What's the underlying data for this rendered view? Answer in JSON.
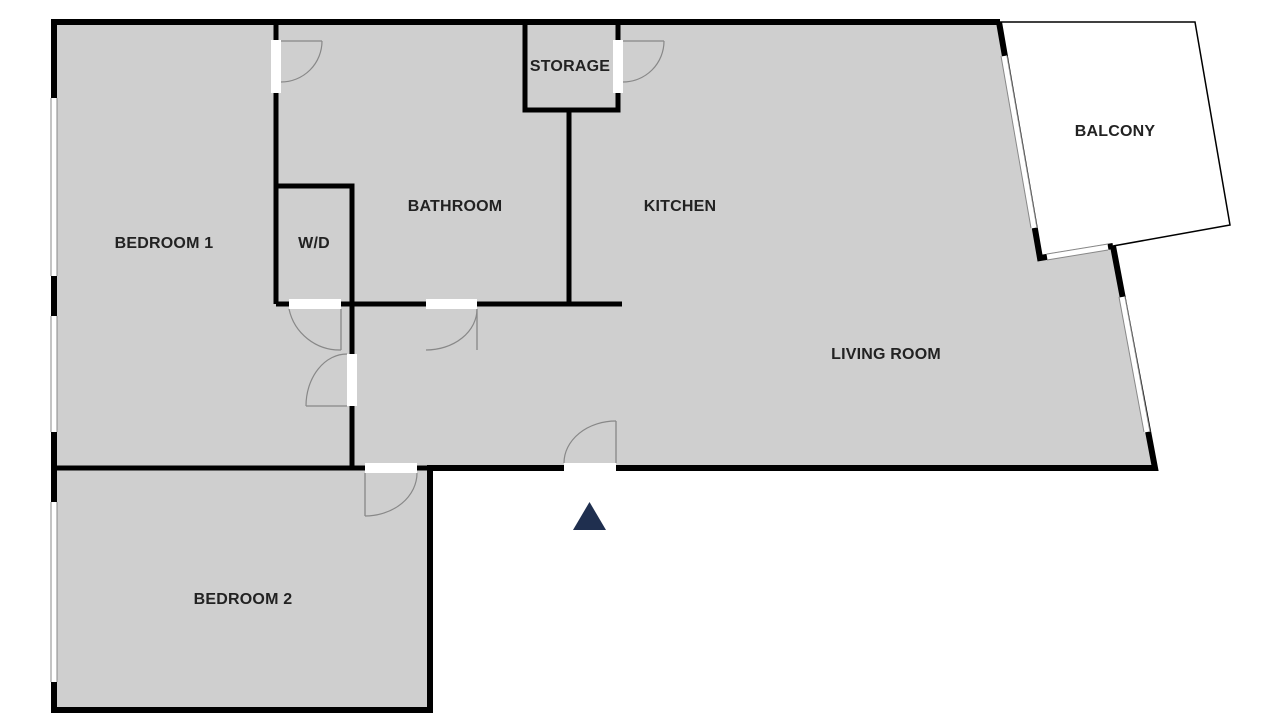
{
  "colors": {
    "room_fill": "#cfcfcf",
    "balcony_fill": "#ffffff",
    "wall": "#000000",
    "opening": "#ffffff",
    "label": "#222222",
    "entrance_marker": "#1f2f4f",
    "window_line": "#888888"
  },
  "rooms": {
    "bedroom_1": {
      "label": "BEDROOM 1"
    },
    "bedroom_2": {
      "label": "BEDROOM 2"
    },
    "bathroom": {
      "label": "BATHROOM"
    },
    "storage": {
      "label": "STORAGE"
    },
    "kitchen": {
      "label": "KITCHEN"
    },
    "living_room": {
      "label": "LIVING ROOM"
    },
    "balcony": {
      "label": "BALCONY"
    },
    "wd": {
      "label": "W/D"
    }
  },
  "icons": {
    "entrance": "entrance-triangle-icon"
  }
}
